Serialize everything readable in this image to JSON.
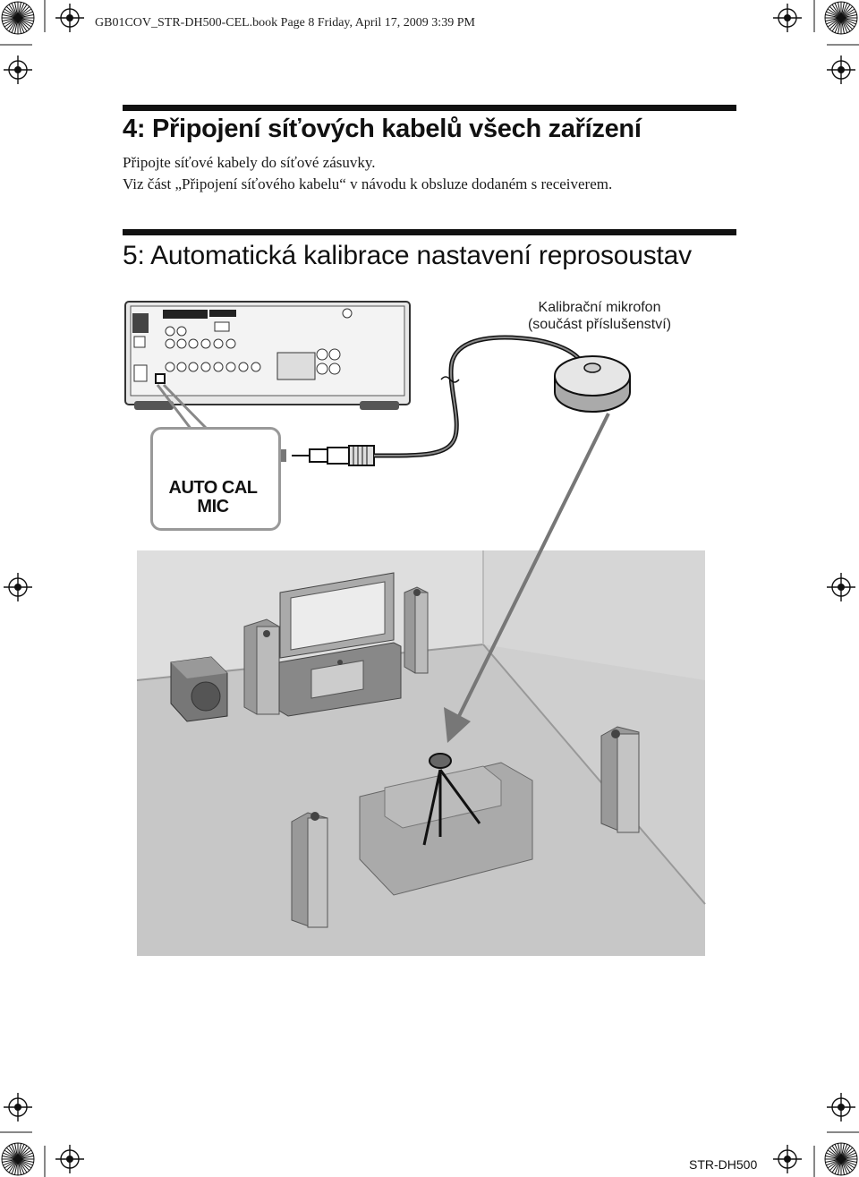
{
  "print_header": "GB01COV_STR-DH500-CEL.book  Page 8  Friday, April 17, 2009  3:39 PM",
  "section4": {
    "title": "4: Připojení síťových kabelů všech zařízení",
    "lines": [
      "Připojte síťové kabely do síťové zásuvky.",
      "Viz část „Připojení síťového kabelu“ v návodu k obsluze dodaném s receiverem."
    ]
  },
  "section5": {
    "title": "5: Automatická kalibrace nastavení reprosoustav"
  },
  "diagram": {
    "mic_label": [
      "Kalibrační mikrofon",
      "(součást příslušenství)"
    ],
    "jack_label": [
      "AUTO CAL",
      "MIC"
    ]
  },
  "footer": {
    "model": "STR-DH500"
  }
}
